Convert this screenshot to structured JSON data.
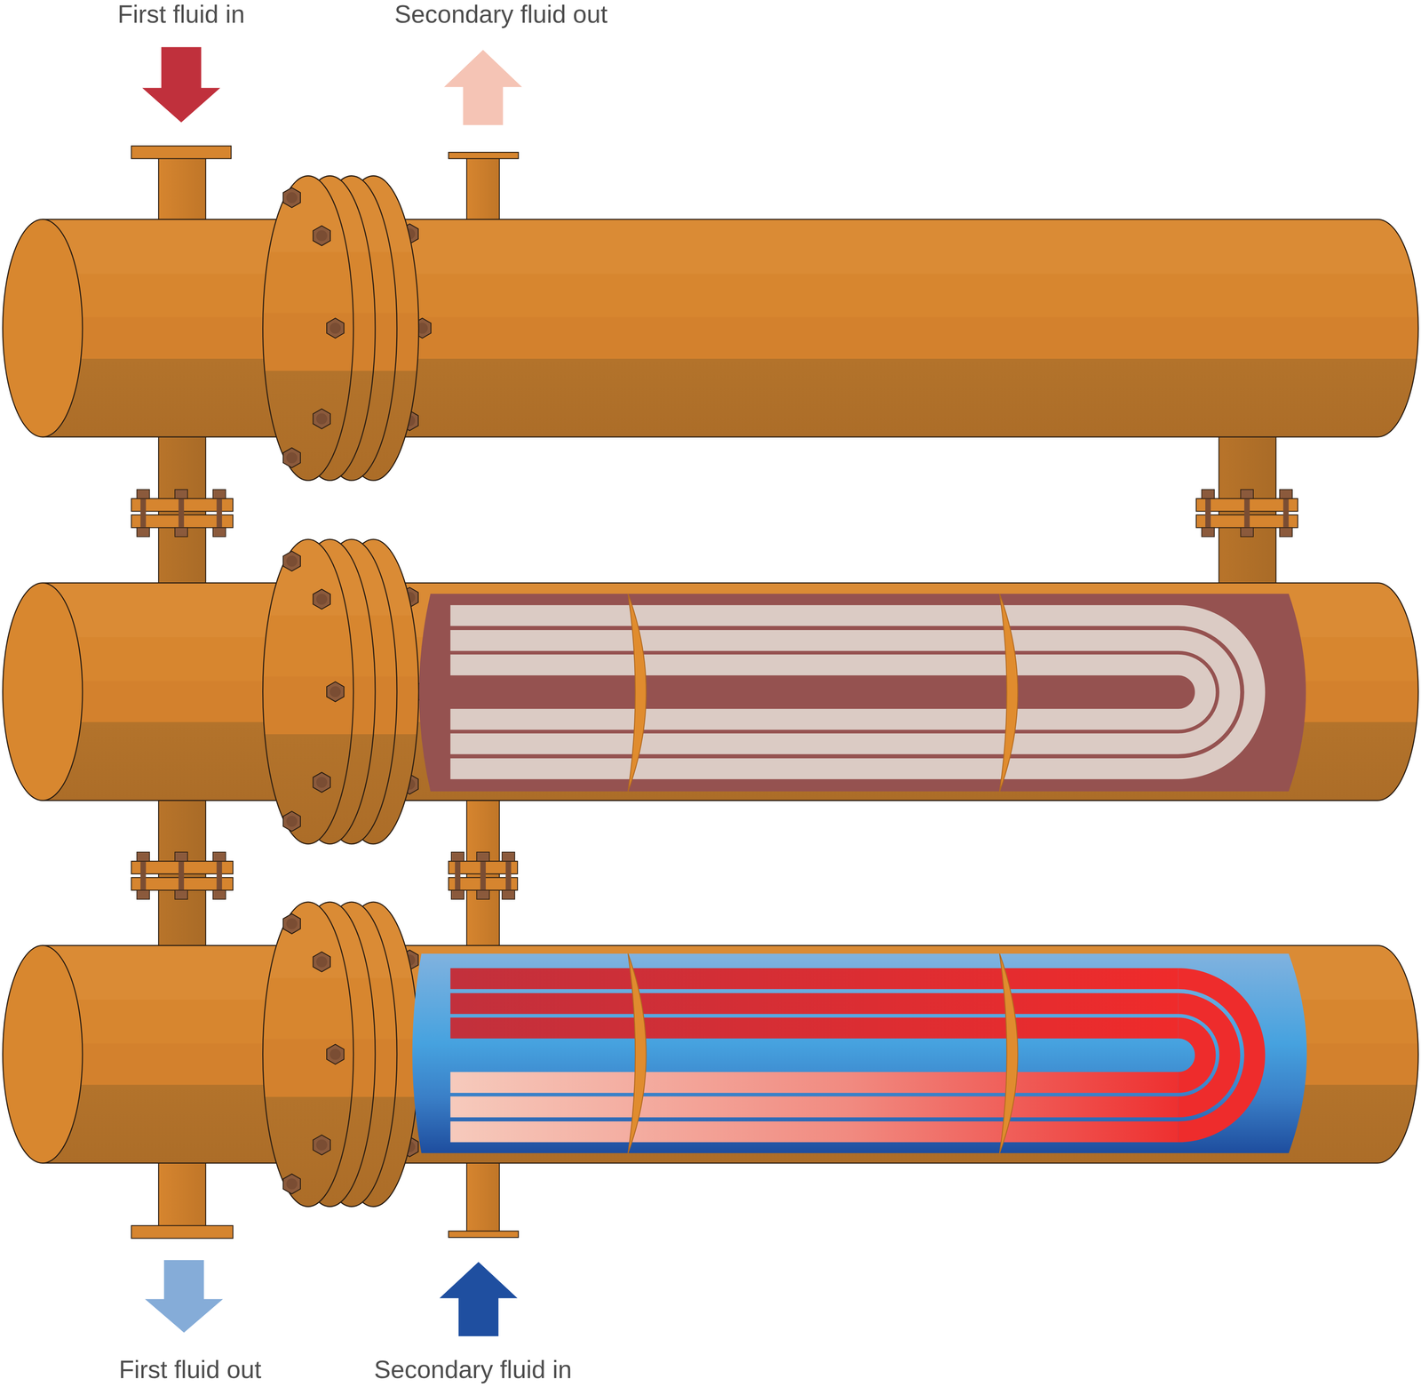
{
  "diagram": {
    "labels": [
      "First fluid in",
      "Secondary fluid out",
      "First fluid out",
      "Secondary fluid in"
    ]
  }
}
